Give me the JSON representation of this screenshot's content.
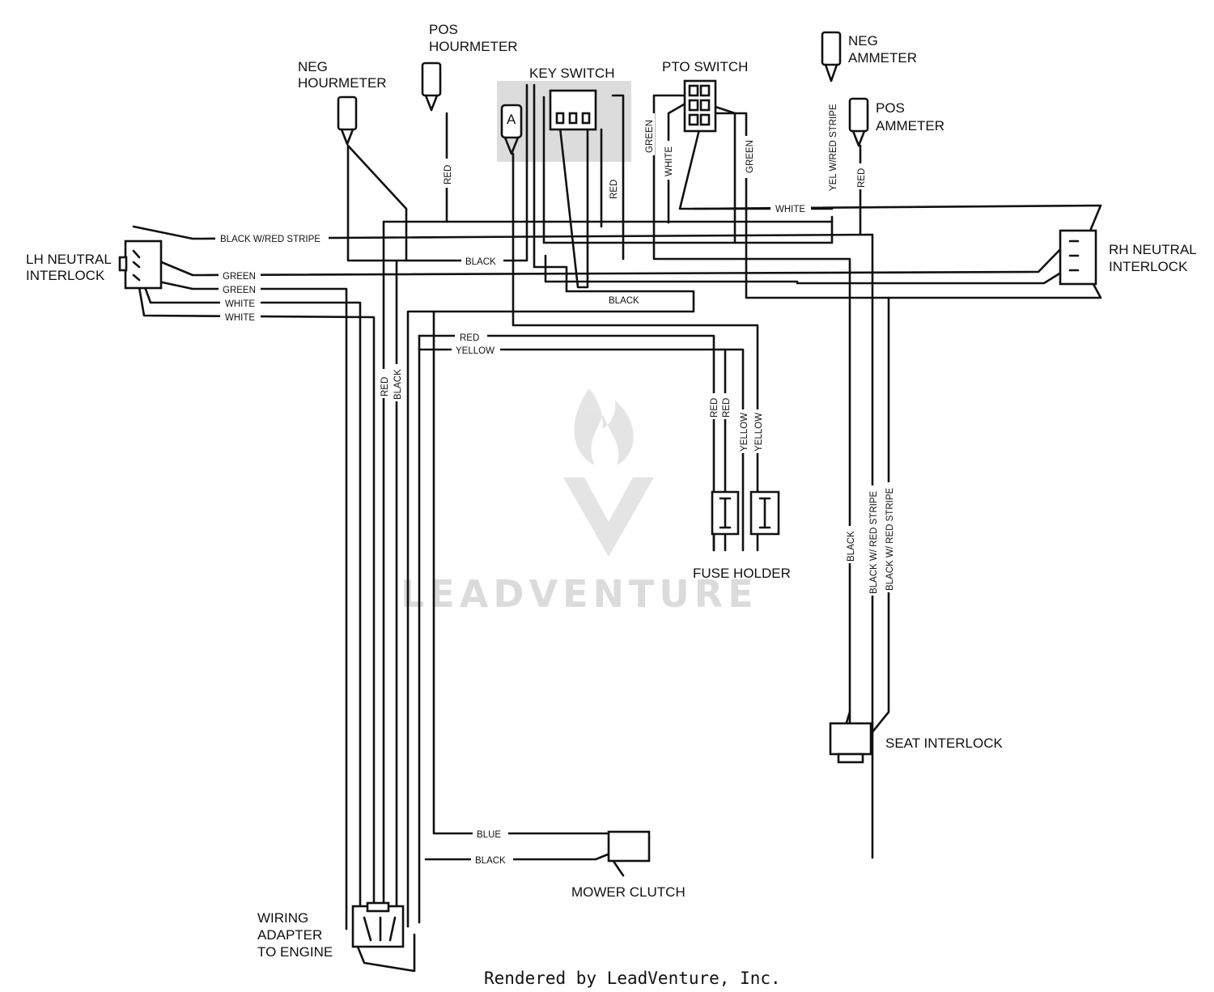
{
  "components": {
    "neg_hourmeter": [
      "NEG",
      "HOURMETER"
    ],
    "pos_hourmeter": [
      "POS",
      "HOURMETER"
    ],
    "key_switch": "KEY SWITCH",
    "key_switch_terminal": "A",
    "pto_switch": "PTO SWITCH",
    "neg_ammeter": [
      "NEG",
      "AMMETER"
    ],
    "pos_ammeter": [
      "POS",
      "AMMETER"
    ],
    "lh_neutral_interlock": [
      "LH NEUTRAL",
      "INTERLOCK"
    ],
    "rh_neutral_interlock": [
      "RH NEUTRAL",
      "INTERLOCK"
    ],
    "fuse_holder": "FUSE HOLDER",
    "seat_interlock": "SEAT INTERLOCK",
    "mower_clutch": "MOWER CLUTCH",
    "wiring_adapter": [
      "WIRING",
      "ADAPTER",
      "TO ENGINE"
    ]
  },
  "wire_labels": {
    "black_red_stripe": "BLACK W/RED STRIPE",
    "green": "GREEN",
    "white": "WHITE",
    "black": "BLACK",
    "red": "RED",
    "yellow": "YELLOW",
    "blue": "BLUE",
    "yel_red_stripe": "YEL W/RED STRIPE",
    "black_red_stripe_spaced": "BLACK W/ RED STRIPE"
  },
  "watermark": "LEADVENTURE",
  "footer": "Rendered by LeadVenture, Inc."
}
